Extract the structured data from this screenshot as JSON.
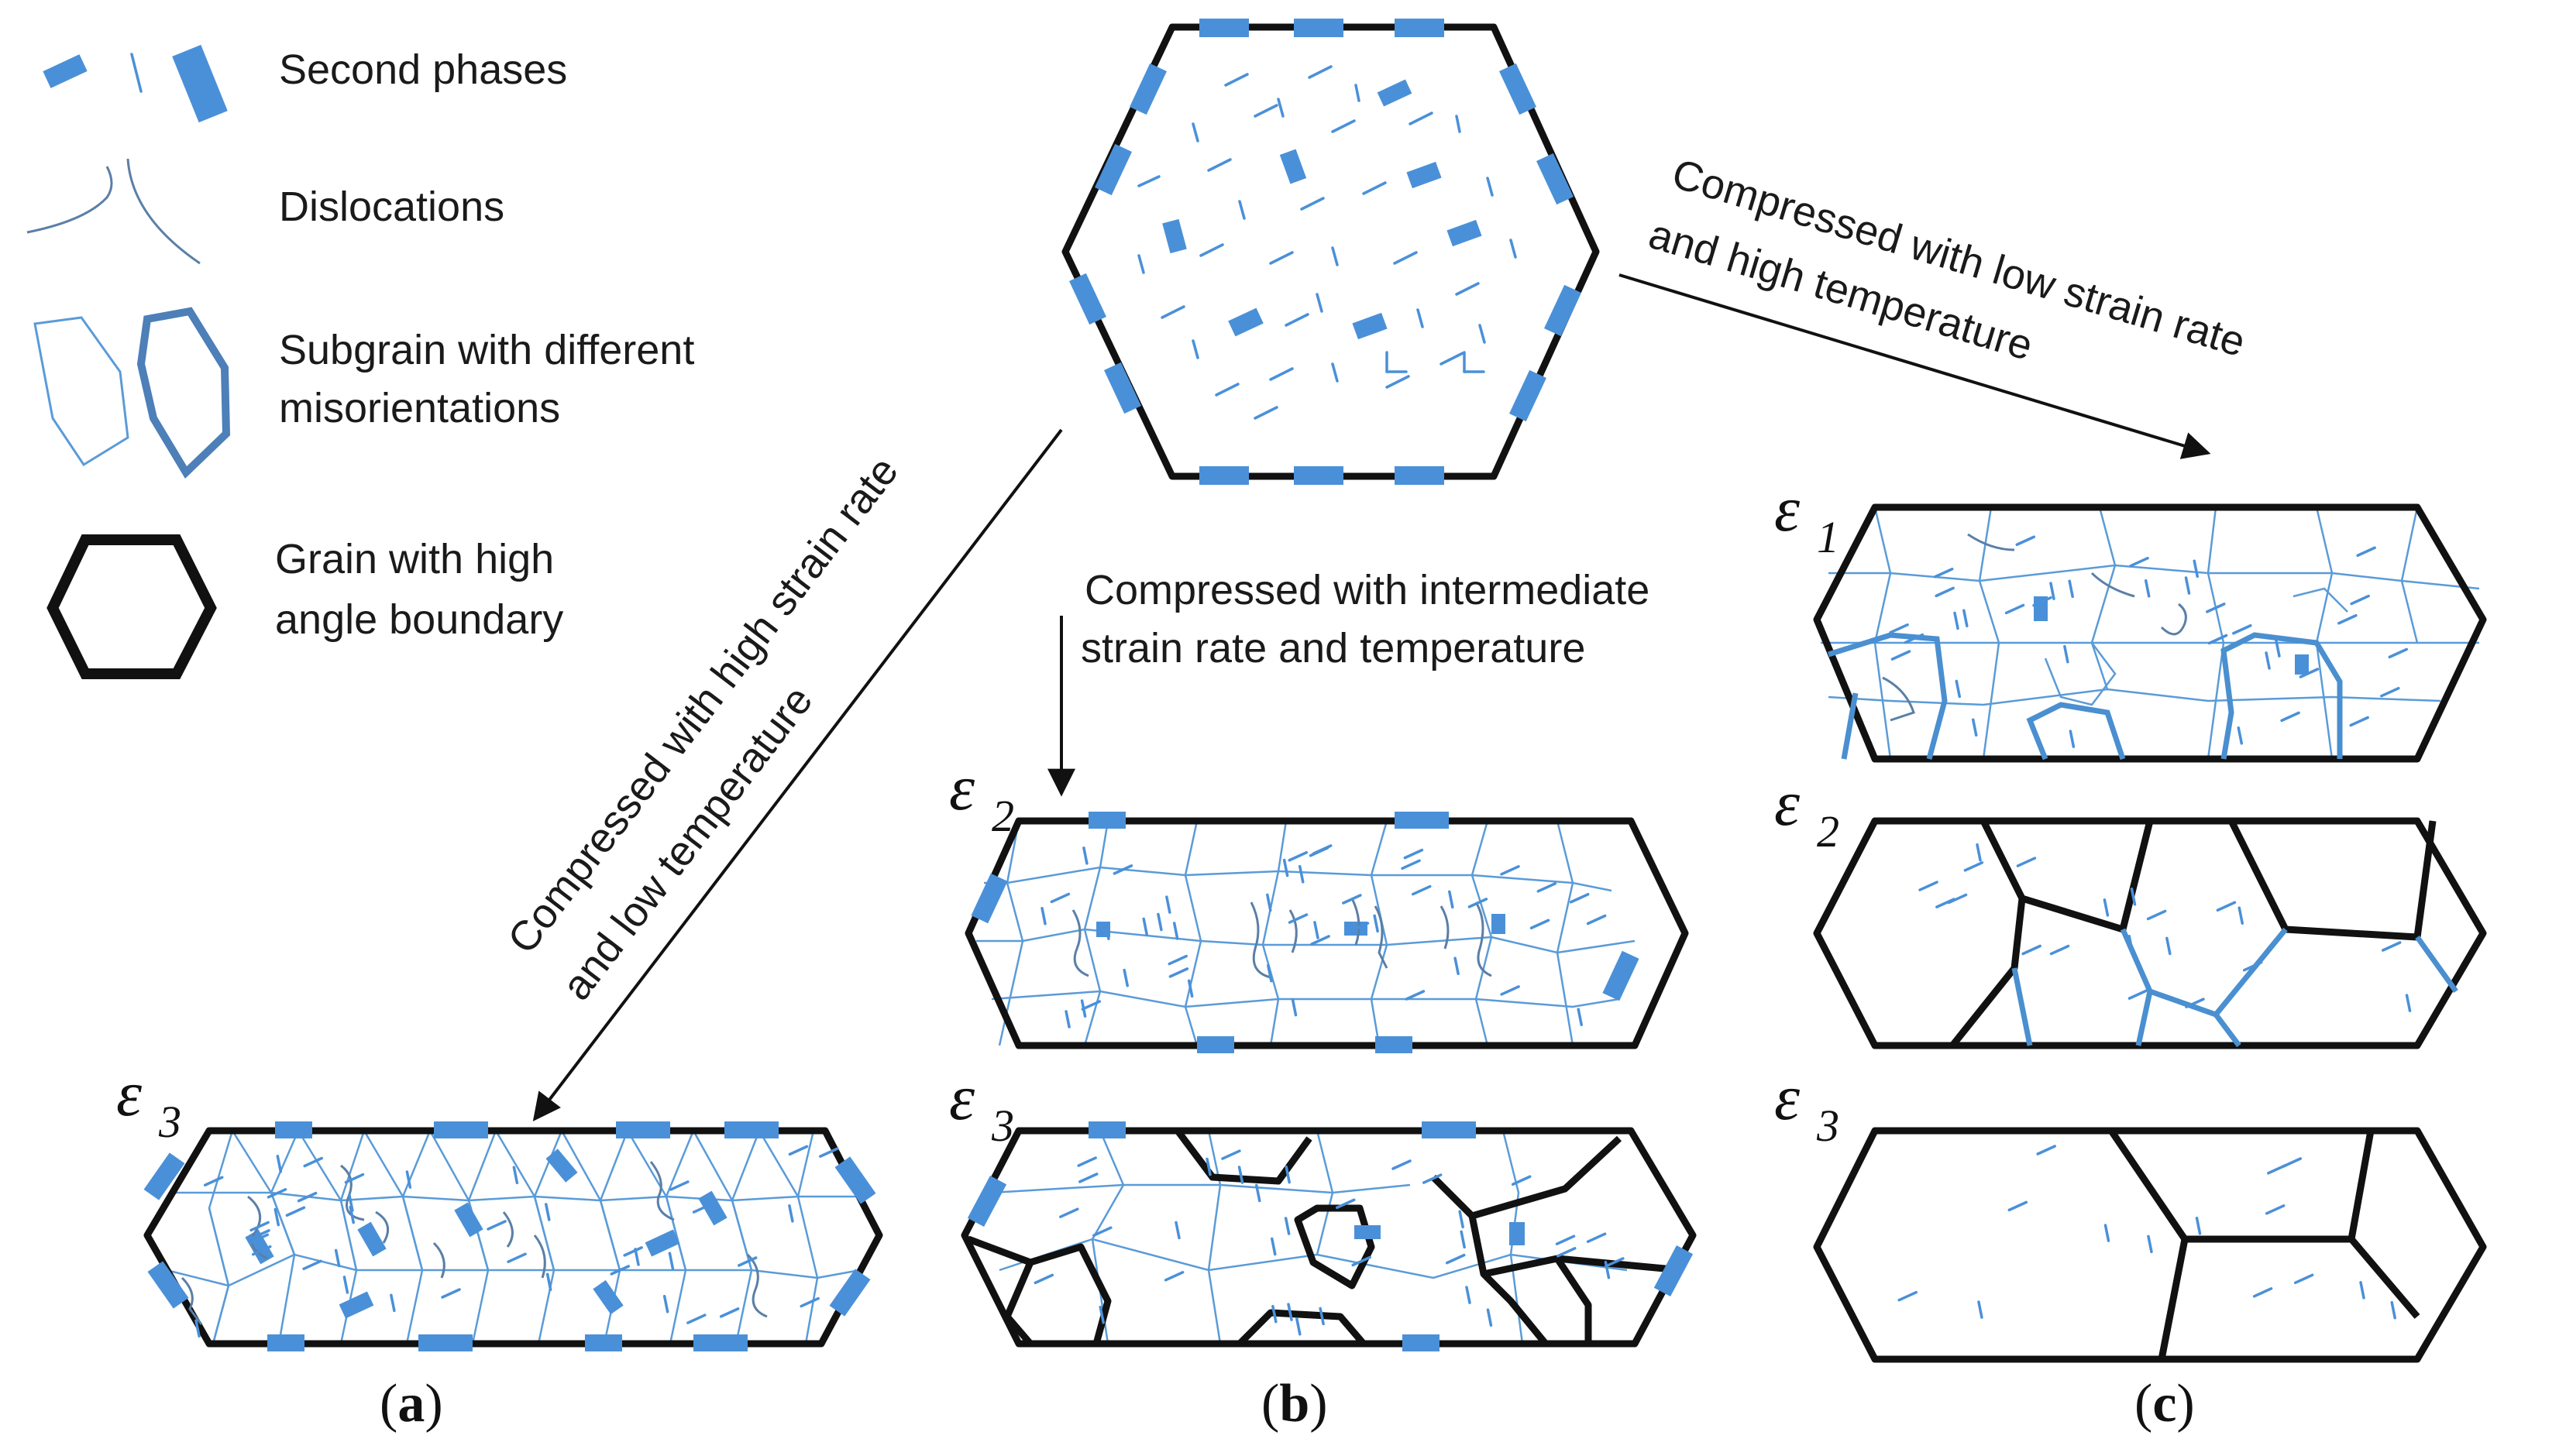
{
  "legend": {
    "second_phases": "Second phases",
    "dislocations": "Dislocations",
    "subgrain_line1": "Subgrain with different",
    "subgrain_line2": "misorientations",
    "grain_line1": "Grain with high",
    "grain_line2": "angle boundary"
  },
  "arrows": {
    "low_rate_line1": "Compressed with low strain rate",
    "low_rate_line2": "and  high temperature",
    "intermediate_line1": "Compressed with intermediate",
    "intermediate_line2": "strain rate and temperature",
    "high_rate_line1": "Compressed with high strain rate",
    "high_rate_line2": "and  low temperature"
  },
  "strain_labels": {
    "symbol": "ε",
    "a_eps3": "3",
    "b_eps2": "2",
    "b_eps3": "3",
    "c_eps1": "1",
    "c_eps2": "2",
    "c_eps3": "3"
  },
  "panels": {
    "a": {
      "open": "(",
      "letter": "a",
      "close": ")"
    },
    "b": {
      "open": "(",
      "letter": "b",
      "close": ")"
    },
    "c": {
      "open": "(",
      "letter": "c",
      "close": ")"
    }
  },
  "colors": {
    "phase": "#4a90d9",
    "subgrain": "#5a9bd8",
    "grain_boundary": "#111111"
  }
}
